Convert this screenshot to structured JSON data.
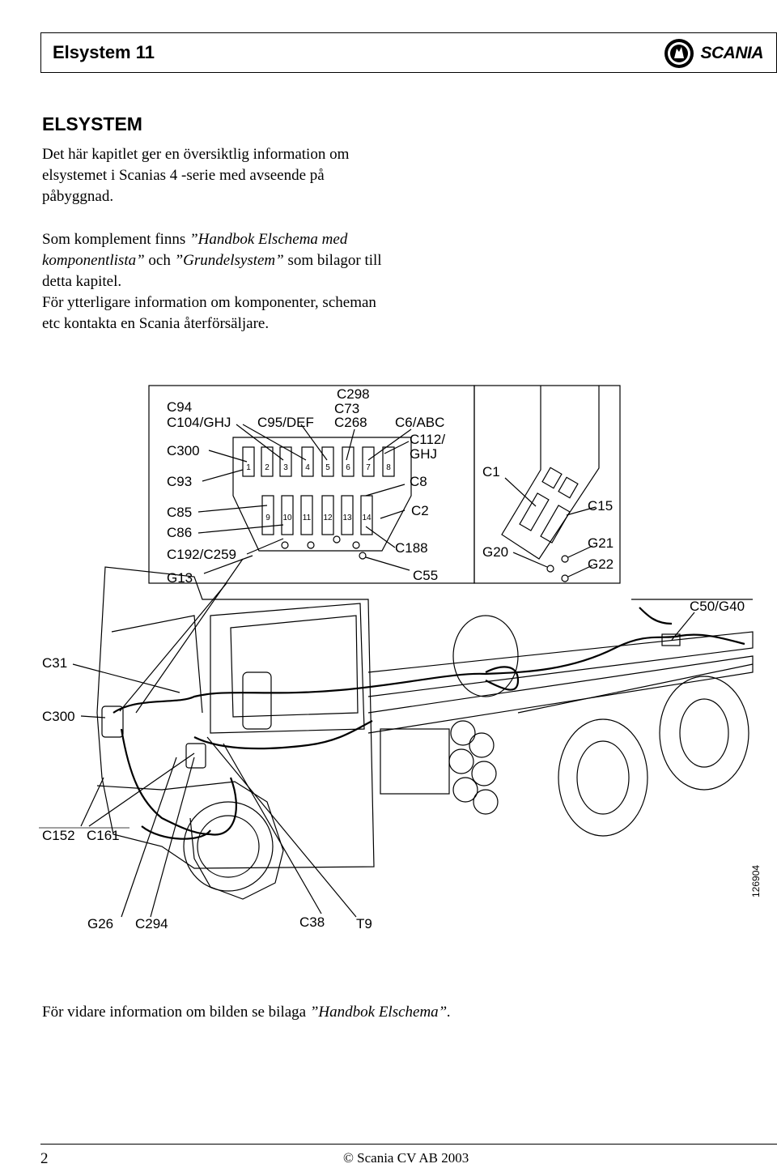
{
  "header": {
    "title": "Elsystem 11",
    "brand": "SCANIA"
  },
  "section": {
    "heading": "ELSYSTEM",
    "intro": "Det här kapitlet ger en översiktlig information om elsystemet i Scanias 4 -serie med avseende på påbyggnad.",
    "supplement_prefix": "Som komplement finns ",
    "supplement_ref1": "”Handbok Elschema med komponentlista”",
    "supplement_mid": " och ",
    "supplement_ref2": "”Grundelsystem”",
    "supplement_suffix": " som bilagor till detta kapitel.",
    "contact": "För ytterligare information om komponenter, scheman etc kontakta en Scania återförsäljare."
  },
  "figure": {
    "fuse_labels": [
      "C94",
      "C104/GHJ",
      "C300",
      "C93",
      "C85",
      "C86",
      "C192/C259",
      "G13",
      "C95/DEF",
      "C298",
      "C73",
      "C268",
      "C6/ABC",
      "C112/",
      "GHJ",
      "C8",
      "C2",
      "C188",
      "C55"
    ],
    "relay_numbers_top": [
      "1",
      "2",
      "3",
      "4",
      "5",
      "6",
      "7",
      "8"
    ],
    "relay_numbers_bottom": [
      "9",
      "10",
      "11",
      "12",
      "13",
      "14"
    ],
    "box2_labels": [
      "C1",
      "C15",
      "G20",
      "G21",
      "G22"
    ],
    "truck_labels": [
      "C50/G40",
      "C31",
      "C300",
      "C152",
      "C161",
      "G26",
      "C294",
      "C38",
      "T9"
    ],
    "figure_number": "126904"
  },
  "caption": {
    "prefix": "För vidare information om bilden se bilaga ",
    "ref": "”Handbok Elschema”."
  },
  "footer": {
    "page": "2",
    "copyright": "© Scania CV AB 2003"
  }
}
